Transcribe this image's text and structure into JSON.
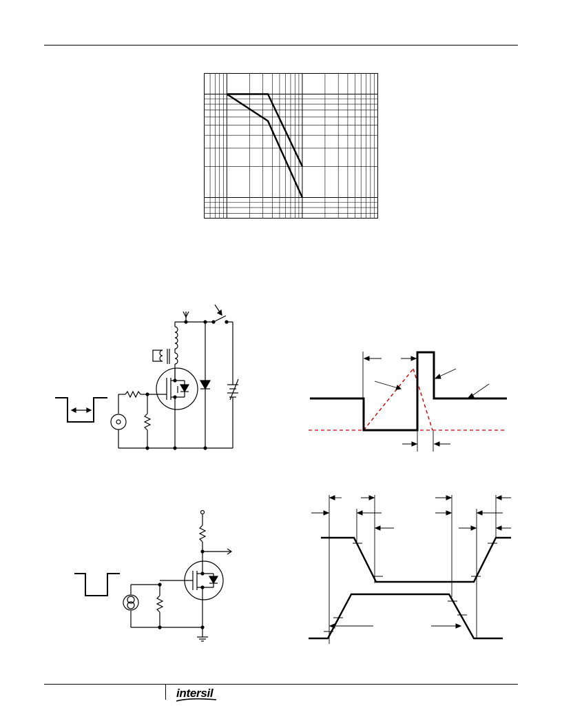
{
  "chart_data": {
    "type": "line",
    "title": "",
    "xlabel": "",
    "ylabel": "",
    "xscale": "log",
    "yscale": "log",
    "grid": true,
    "x": [
      1,
      3.5,
      10
    ],
    "series": [
      {
        "values": [
          1.0,
          1.0,
          0.2
        ]
      },
      {
        "values": [
          1.0,
          0.55,
          0.1
        ]
      }
    ]
  },
  "footer": {
    "brand": "intersil"
  },
  "colors": {
    "ink": "#000000",
    "reference_dashed": "#cc0000"
  }
}
